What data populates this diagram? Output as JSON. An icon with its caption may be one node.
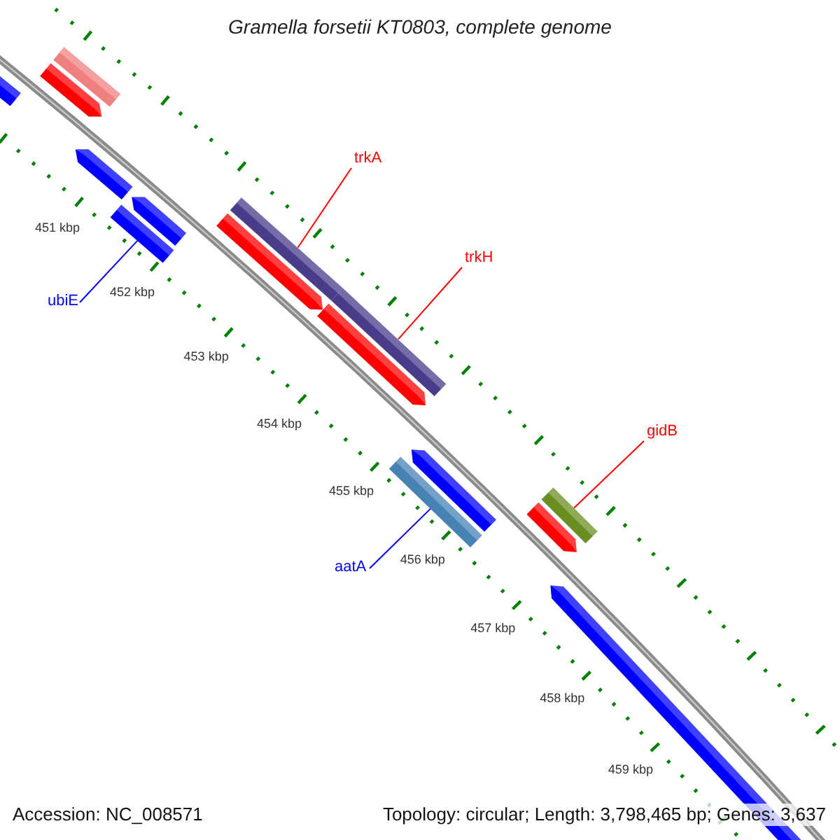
{
  "diagram": {
    "title": "Gramella forsetii KT0803, complete genome",
    "nodes": [
      {
        "text": [
          "trkA"
        ]
      },
      {
        "text": [
          "trkH"
        ]
      },
      {
        "text": [
          "ubiE"
        ]
      },
      {
        "text": [
          "gidB"
        ]
      },
      {
        "text": [
          "aatA"
        ]
      },
      {
        "text": [],
        "shape": "bar"
      },
      {
        "text": [],
        "shape": "bar"
      },
      {
        "text": [],
        "shape": "bar"
      },
      {
        "text": [],
        "shape": "bar"
      },
      {
        "text": [],
        "shape": "bar"
      }
    ],
    "edges": [
      {
        "from": 0,
        "to": 5,
        "arrow": "none"
      },
      {
        "from": 1,
        "to": 7,
        "arrow": "none"
      },
      {
        "from": 2,
        "to": 6,
        "arrow": "none",
        "color": "#0000ff"
      },
      {
        "from": 3,
        "to": 9,
        "arrow": "none"
      },
      {
        "from": 4,
        "to": 8,
        "arrow": "none",
        "color": "#0000ff"
      }
    ],
    "labels": [
      "451 kbp",
      "452 kbp",
      "453 kbp",
      "454 kbp",
      "455 kbp",
      "456 kbp",
      "457 kbp",
      "458 kbp",
      "459 kbp",
      "Accession: NC_008571",
      "Topology: circular; Length: 3,798,465 bp; Genes: 3,637"
    ]
  }
}
